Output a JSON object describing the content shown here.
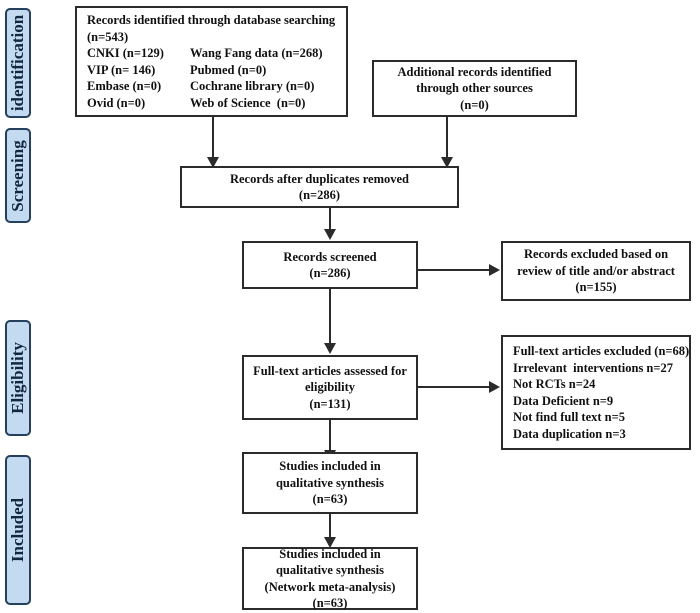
{
  "title": "PRISMA flow diagram of study selection",
  "colors": {
    "stage_fill": "#c3daf0",
    "stage_border": "#24405c",
    "box_border": "#2b2b2b",
    "connector": "#2b2b2b",
    "text": "#101010",
    "background": "#ffffff"
  },
  "stages": [
    {
      "id": "identification",
      "label": "identification"
    },
    {
      "id": "screening",
      "label": "Screening"
    },
    {
      "id": "eligibility",
      "label": "Eligibility"
    },
    {
      "id": "included",
      "label": "Included"
    }
  ],
  "boxes": {
    "database_search": {
      "heading": "Records identified through database searching",
      "total": "(n=543)",
      "sources": [
        {
          "left": "CNKI (n=129)",
          "right": "Wang Fang data (n=268)"
        },
        {
          "left": "VIP (n= 146)",
          "right": "Pubmed (n=0)"
        },
        {
          "left": "Embase (n=0)",
          "right": "Cochrane library (n=0)"
        },
        {
          "left": "Ovid (n=0)",
          "right": "Web of Science  (n=0)"
        }
      ]
    },
    "other_sources": {
      "lines": [
        "Additional records identified",
        "through other sources",
        "(n=0)"
      ]
    },
    "duplicates_removed": {
      "lines": [
        "Records after duplicates removed",
        "(n=286)"
      ]
    },
    "records_screened": {
      "lines": [
        "Records screened",
        "(n=286)"
      ]
    },
    "records_excluded": {
      "lines": [
        "Records excluded based on",
        "review of title and/or abstract",
        "(n=155)"
      ]
    },
    "fulltext_assessed": {
      "lines": [
        "Full-text articles assessed for",
        "eligibility",
        "(n=131)"
      ]
    },
    "fulltext_excluded": {
      "lines": [
        "Full-text articles excluded (n=68)",
        "Irrelevant  interventions n=27",
        "Not RCTs n=24",
        "Data Deficient n=9",
        "Not find full text n=5",
        "Data duplication n=3"
      ]
    },
    "qualitative_synthesis": {
      "lines": [
        "Studies included in",
        "qualitative synthesis",
        "(n=63)"
      ]
    },
    "network_meta_analysis": {
      "lines": [
        "Studies included in",
        "qualitative synthesis",
        "(Network meta-analysis)",
        "(n=63)"
      ]
    }
  },
  "chart_data": {
    "type": "diagram",
    "title": "PRISMA flow diagram",
    "nodes": [
      {
        "id": "database_search",
        "stage": "identification",
        "count": 543
      },
      {
        "id": "other_sources",
        "stage": "identification",
        "count": 0
      },
      {
        "id": "duplicates_removed",
        "stage": "identification",
        "count": 286
      },
      {
        "id": "records_screened",
        "stage": "screening",
        "count": 286
      },
      {
        "id": "records_excluded",
        "stage": "screening",
        "count": 155
      },
      {
        "id": "fulltext_assessed",
        "stage": "eligibility",
        "count": 131
      },
      {
        "id": "fulltext_excluded",
        "stage": "eligibility",
        "count": 68
      },
      {
        "id": "qualitative_synthesis",
        "stage": "included",
        "count": 63
      },
      {
        "id": "network_meta_analysis",
        "stage": "included",
        "count": 63
      }
    ],
    "edges": [
      {
        "from": "database_search",
        "to": "duplicates_removed"
      },
      {
        "from": "other_sources",
        "to": "duplicates_removed"
      },
      {
        "from": "duplicates_removed",
        "to": "records_screened"
      },
      {
        "from": "records_screened",
        "to": "records_excluded"
      },
      {
        "from": "records_screened",
        "to": "fulltext_assessed"
      },
      {
        "from": "fulltext_assessed",
        "to": "fulltext_excluded"
      },
      {
        "from": "fulltext_assessed",
        "to": "qualitative_synthesis"
      },
      {
        "from": "qualitative_synthesis",
        "to": "network_meta_analysis"
      }
    ]
  }
}
